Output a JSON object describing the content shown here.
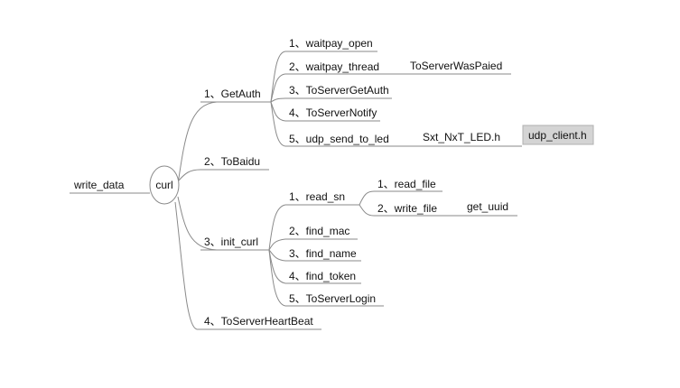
{
  "mindmap": {
    "root": "write_data",
    "hub": "curl",
    "branches": [
      {
        "label": "1、GetAuth",
        "children": [
          {
            "label": "1、waitpay_open"
          },
          {
            "label": "2、waitpay_thread",
            "note": "ToServerWasPaied"
          },
          {
            "label": "3、ToServerGetAuth"
          },
          {
            "label": "4、ToServerNotify"
          },
          {
            "label": "5、udp_send_to_led",
            "note": "Sxt_NxT_LED.h",
            "tag": "udp_client.h"
          }
        ]
      },
      {
        "label": "2、ToBaidu",
        "children": []
      },
      {
        "label": "3、init_curl",
        "children": [
          {
            "label": "1、read_sn",
            "children": [
              {
                "label": "1、read_file"
              },
              {
                "label": "2、write_file",
                "note": "get_uuid"
              }
            ]
          },
          {
            "label": "2、find_mac"
          },
          {
            "label": "3、find_name"
          },
          {
            "label": "4、find_token"
          },
          {
            "label": "5、ToServerLogin"
          }
        ]
      },
      {
        "label": "4、ToServerHeartBeat",
        "children": []
      }
    ]
  },
  "colors": {
    "line": "#8a8a8a",
    "text": "#111111",
    "tag_fill": "#d4d4d4",
    "background": "#ffffff"
  }
}
